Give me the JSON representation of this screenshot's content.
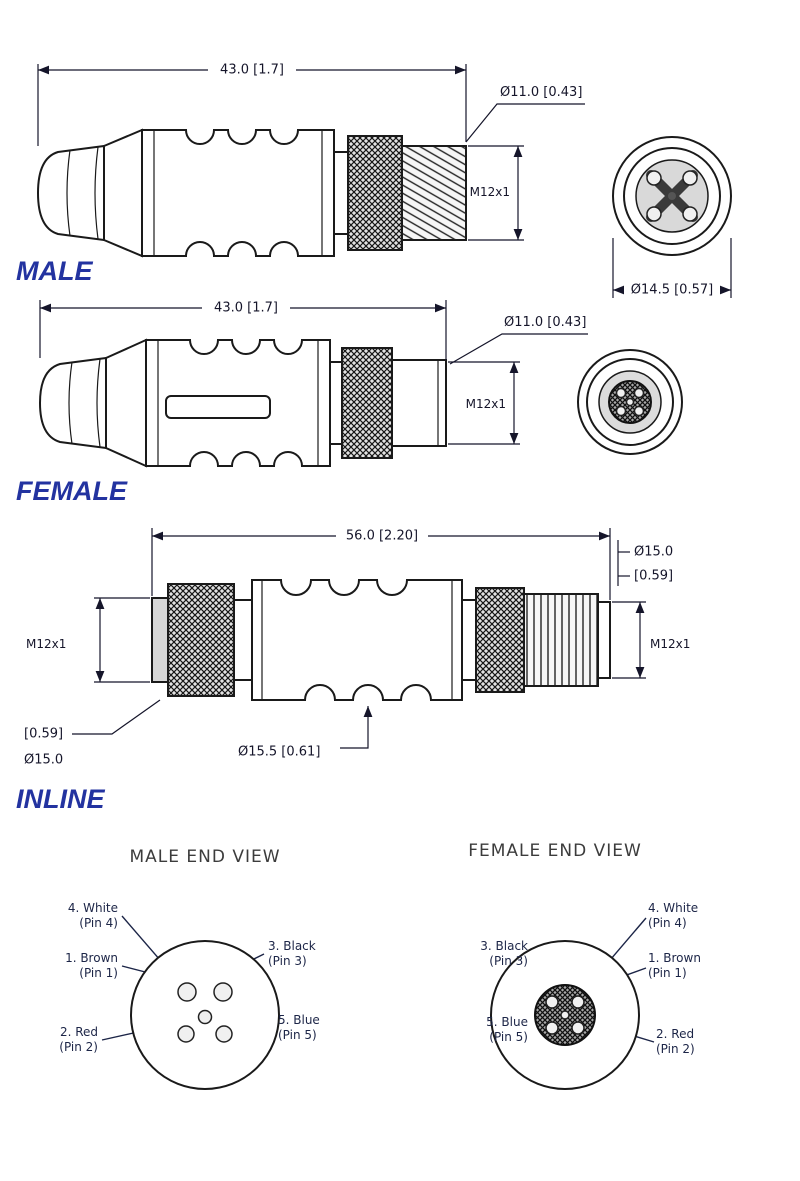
{
  "colors": {
    "line": "#1a1a1a",
    "section_label": "#2333a0",
    "dim_text": "#15152a",
    "pin_text": "#1c2547",
    "title_text": "#3c3c3c"
  },
  "male": {
    "section_label": "MALE",
    "length_dim": "43.0 [1.7]",
    "diameter_dim": "Ø11.0 [0.43]",
    "thread_spec": "M12x1",
    "end_view_diameter": "Ø14.5 [0.57]"
  },
  "female": {
    "section_label": "FEMALE",
    "length_dim": "43.0 [1.7]",
    "diameter_dim": "Ø11.0 [0.43]",
    "thread_spec": "M12x1"
  },
  "inline": {
    "section_label": "INLINE",
    "length_dim": "56.0 [2.20]",
    "right_diameter_mm": "Ø15.0",
    "right_diameter_in": "[0.59]",
    "left_diameter_in": "[0.59]",
    "left_diameter_mm": "Ø15.0",
    "bottom_diameter": "Ø15.5 [0.61]",
    "thread_spec_left": "M12x1",
    "thread_spec_right": "M12x1"
  },
  "end_views": {
    "male_title": "MALE END VIEW",
    "female_title": "FEMALE END VIEW",
    "male_pins": [
      {
        "wire": "4. White",
        "pin": "(Pin 4)"
      },
      {
        "wire": "1. Brown",
        "pin": "(Pin 1)"
      },
      {
        "wire": "2. Red",
        "pin": "(Pin 2)"
      },
      {
        "wire": "3. Black",
        "pin": "(Pin 3)"
      },
      {
        "wire": "5. Blue",
        "pin": "(Pin 5)"
      }
    ],
    "female_pins": [
      {
        "wire": "3. Black",
        "pin": "(Pin 3)"
      },
      {
        "wire": "5. Blue",
        "pin": "(Pin 5)"
      },
      {
        "wire": "4. White",
        "pin": "(Pin 4)"
      },
      {
        "wire": "1. Brown",
        "pin": "(Pin 1)"
      },
      {
        "wire": "2. Red",
        "pin": "(Pin 2)"
      }
    ]
  }
}
